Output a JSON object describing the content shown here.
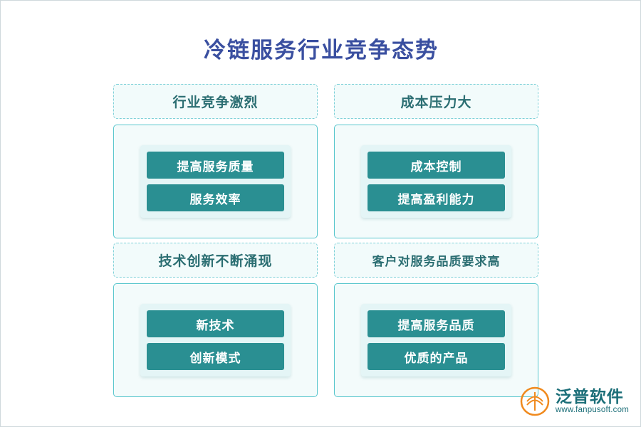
{
  "page": {
    "title": "冷链服务行业竞争态势",
    "title_color": "#3a4fa0",
    "accent_color": "#2a8f92",
    "border_color": "#58c6cd"
  },
  "quadrants": [
    {
      "header": "行业竞争激烈",
      "items": [
        "提高服务质量",
        "服务效率"
      ]
    },
    {
      "header": "成本压力大",
      "items": [
        "成本控制",
        "提高盈利能力"
      ]
    },
    {
      "header": "技术创新不断涌现",
      "items": [
        "新技术",
        "创新模式"
      ]
    },
    {
      "header": "客户对服务品质要求高",
      "items": [
        "提高服务品质",
        "优质的产品"
      ]
    }
  ],
  "logo": {
    "name": "泛普软件",
    "url": "www.fanpusoft.com"
  }
}
